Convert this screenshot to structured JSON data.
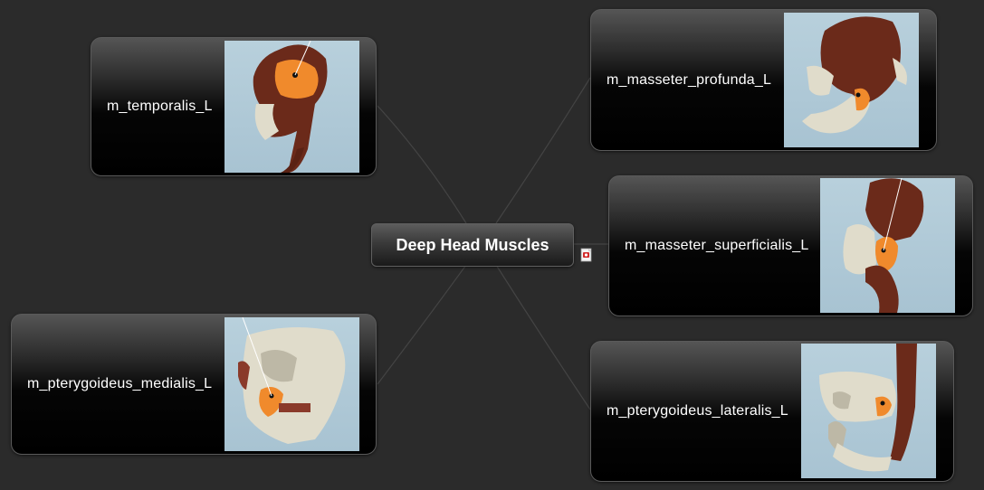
{
  "central": {
    "title": "Deep Head Muscles"
  },
  "topics": [
    {
      "id": "temporalis",
      "label": "m_temporalis_L",
      "image": "temporalis-muscle-render"
    },
    {
      "id": "masseter-profunda",
      "label": "m_masseter_profunda_L",
      "image": "masseter-profunda-render"
    },
    {
      "id": "masseter-superficialis",
      "label": "m_masseter_superficialis_L",
      "image": "masseter-superficialis-render"
    },
    {
      "id": "pterygoideus-medialis",
      "label": "m_pterygoideus_medialis_L",
      "image": "pterygoideus-medialis-render"
    },
    {
      "id": "pterygoideus-lateralis",
      "label": "m_pterygoideus_lateralis_L",
      "image": "pterygoideus-lateralis-render"
    }
  ],
  "icons": {
    "attachment": "pdf-attachment-icon"
  },
  "colors": {
    "background": "#2b2b2b",
    "connector": "#444444",
    "muscle_highlight": "#f08a2c",
    "muscle_base": "#6b2a1a",
    "bone": "#e0dccb",
    "image_background": "#b4ccd8"
  }
}
